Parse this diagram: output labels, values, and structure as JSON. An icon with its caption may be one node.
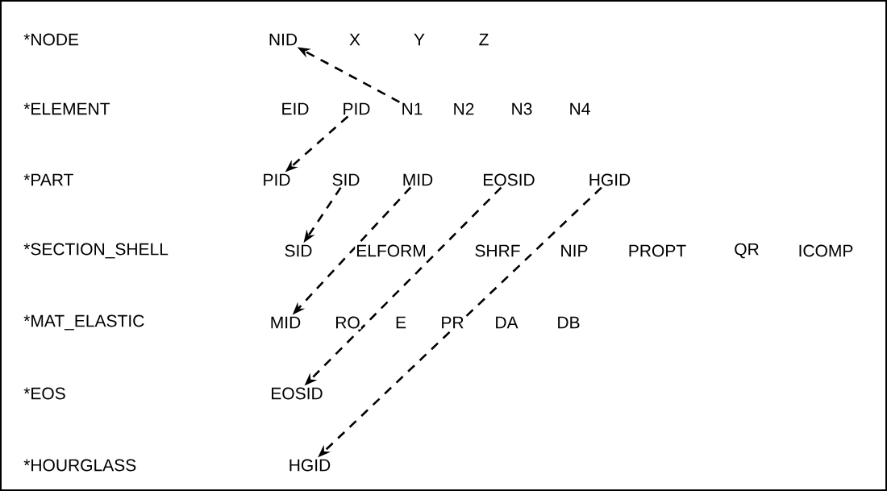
{
  "diagram": {
    "nodes": [
      {
        "text": [
          "NID"
        ]
      },
      {
        "text": [
          "PID"
        ]
      },
      {
        "text": [
          "N1"
        ]
      },
      {
        "text": [
          "PID"
        ]
      },
      {
        "text": [
          "SID"
        ]
      },
      {
        "text": [
          "MID"
        ]
      },
      {
        "text": [
          "EOSID"
        ]
      },
      {
        "text": [
          "HGID"
        ]
      },
      {
        "text": [
          "SID"
        ]
      },
      {
        "text": [
          "MID"
        ]
      },
      {
        "text": [
          "EOSID"
        ]
      },
      {
        "text": [
          "HGID"
        ]
      }
    ],
    "edges": [
      {
        "from": 2,
        "to": 0,
        "arrow": "to",
        "style": "dashed"
      },
      {
        "from": 1,
        "to": 3,
        "arrow": "to",
        "style": "dashed"
      },
      {
        "from": 4,
        "to": 8,
        "arrow": "to",
        "style": "dashed"
      },
      {
        "from": 5,
        "to": 9,
        "arrow": "to",
        "style": "dashed"
      },
      {
        "from": 6,
        "to": 10,
        "arrow": "to",
        "style": "dashed"
      },
      {
        "from": 7,
        "to": 11,
        "arrow": "to",
        "style": "dashed"
      }
    ],
    "labels": [
      "*NODE",
      "X",
      "Y",
      "Z",
      "*ELEMENT",
      "EID",
      "N2",
      "N3",
      "N4",
      "*PART",
      "*SECTION_SHELL",
      "ELFORM",
      "SHRF",
      "NIP",
      "PROPT",
      "QR",
      "ICOMP",
      "*MAT_ELASTIC",
      "RO",
      "E",
      "PR",
      "DA",
      "DB",
      "*EOS",
      "*HOURGLASS"
    ]
  }
}
